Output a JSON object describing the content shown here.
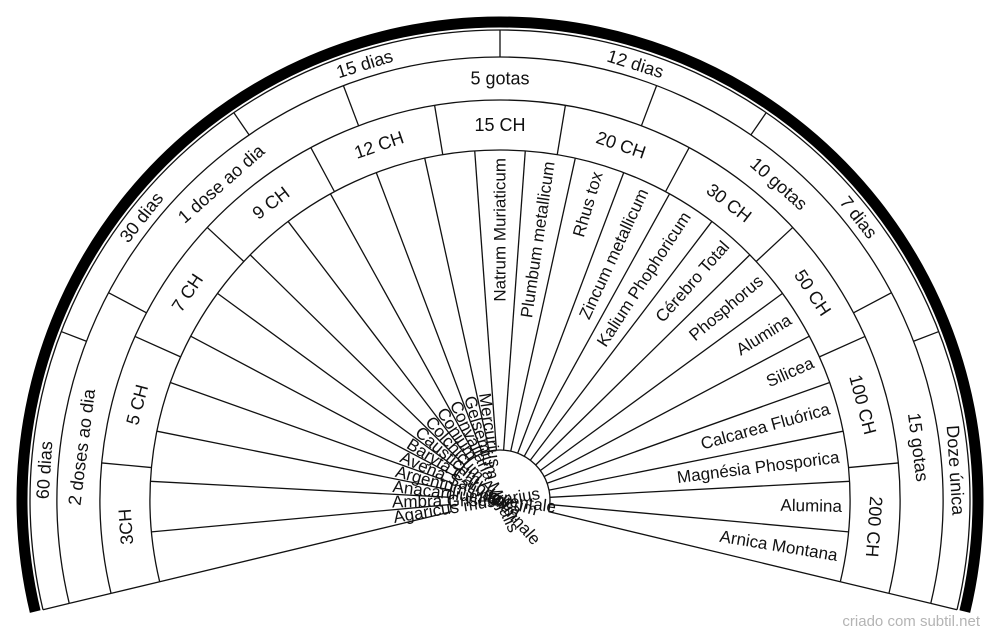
{
  "watermark": "criado com subtil.net",
  "colors": {
    "line": "#111111",
    "rim": "#000000",
    "background": "#ffffff",
    "watermark": "#b4b4b4"
  },
  "rings": [
    {
      "name": "duration",
      "labels": [
        "60 dias",
        "30 dias",
        "15 dias",
        "12 dias",
        "7 dias",
        "Doze única"
      ]
    },
    {
      "name": "frequency",
      "labels": [
        "2 doses ao dia",
        "1 dose ao dia",
        "5 gotas",
        "10 gotas",
        "15 gotas"
      ]
    },
    {
      "name": "potency",
      "labels": [
        "3CH",
        "5 CH",
        "7 CH",
        "9 CH",
        "12 CH",
        "15 CH",
        "20 CH",
        "30 CH",
        "50 CH",
        "100 CH",
        "200 CH"
      ]
    }
  ],
  "remedies": [
    "Agaricus muscarius",
    "Ambra Grisea",
    "Anacardium Orientale",
    "Argentums nitricum",
    "Avena Sativa:",
    "Baryta Carbonica",
    "Causticum",
    "Colchicum Autumnale",
    "Conium",
    "Convallaria Majalis",
    "Gelsemium",
    "Mercurius",
    "Natrum Muriaticum",
    "Plumbum metallicum",
    "Rhus tox",
    "Zincum metallicum",
    "Kalium Phophoricum",
    "Cérebro Total",
    "Phosphorus",
    "Alumina",
    "Silicea",
    "Calcarea Fluórica",
    "Magnésia Phosporica",
    "Alumina",
    "Arnica Montana"
  ]
}
